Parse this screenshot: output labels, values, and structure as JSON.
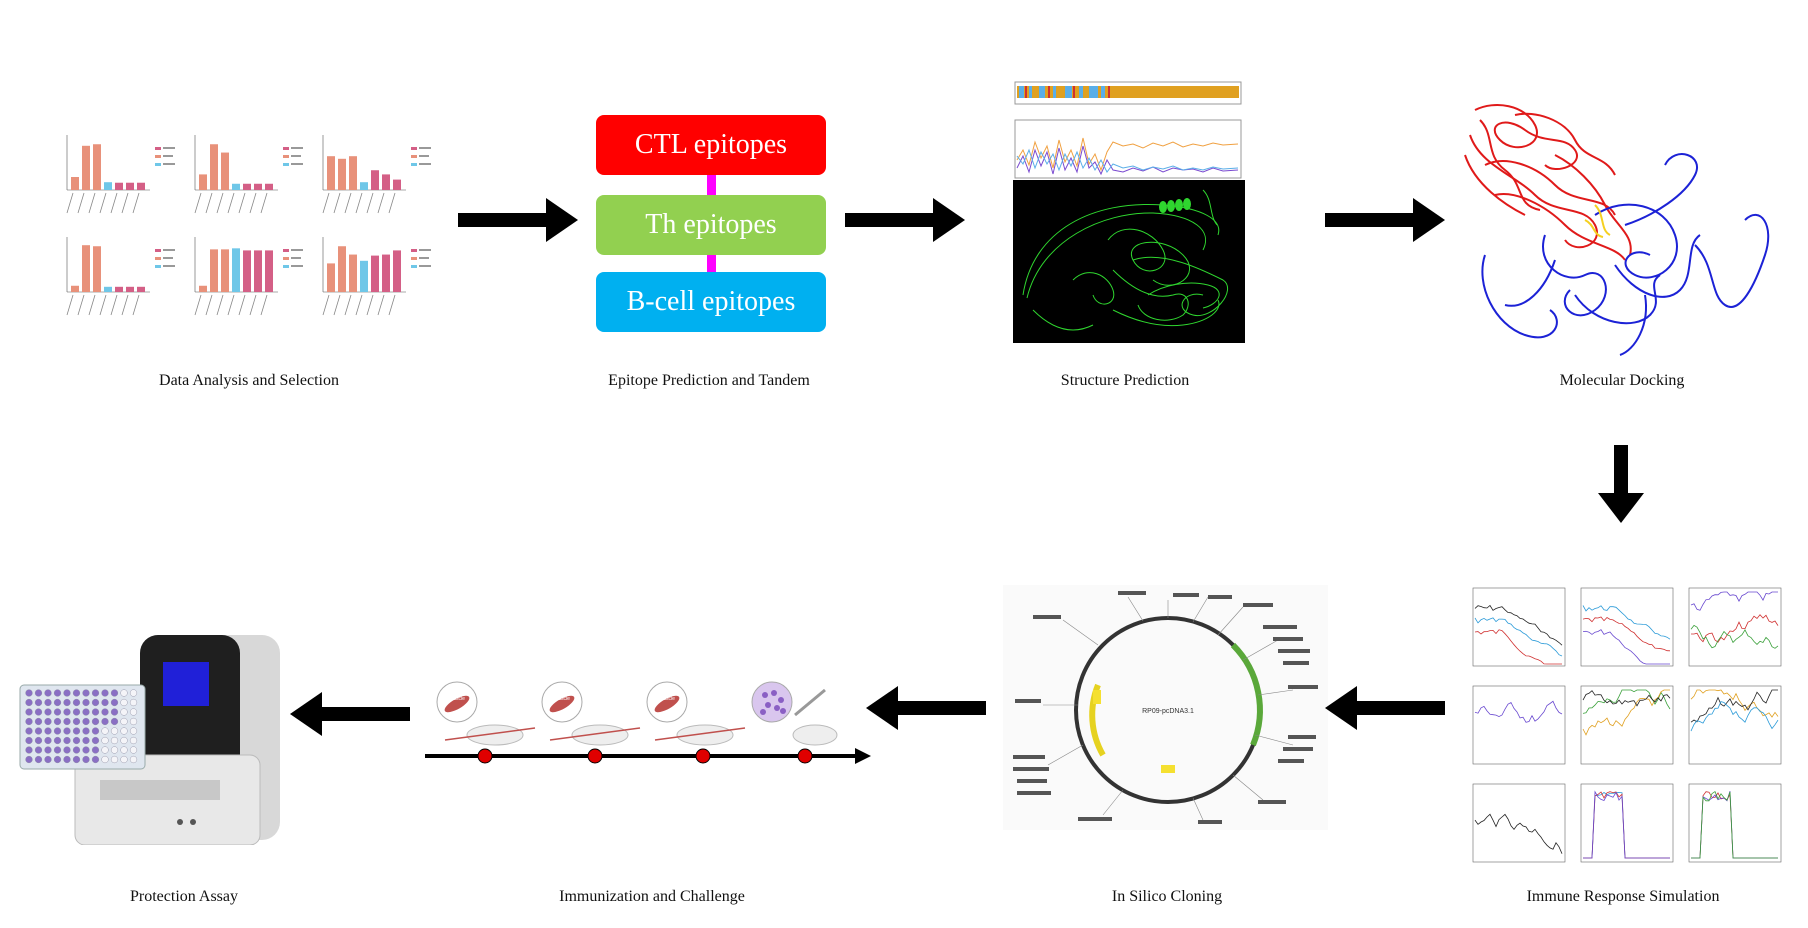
{
  "steps": [
    {
      "id": "data-analysis",
      "label": "Data Analysis and Selection"
    },
    {
      "id": "epitope-prediction",
      "label": "Epitope Prediction and Tandem"
    },
    {
      "id": "structure-prediction",
      "label": "Structure Prediction"
    },
    {
      "id": "molecular-docking",
      "label": "Molecular Docking"
    },
    {
      "id": "immune-simulation",
      "label": "Immune Response Simulation"
    },
    {
      "id": "in-silico-cloning",
      "label": "In Silico Cloning"
    },
    {
      "id": "immunization",
      "label": "Immunization and Challenge"
    },
    {
      "id": "protection-assay",
      "label": "Protection Assay"
    }
  ],
  "epitopes": {
    "ctl": {
      "label": "CTL epitopes",
      "color": "#ff0000"
    },
    "th": {
      "label": "Th epitopes",
      "color": "#92d050"
    },
    "bcell": {
      "label": "B-cell epitopes",
      "color": "#00b0f0"
    },
    "linker_color": "#ff00ff"
  },
  "plasmid": {
    "name": "RP09-pcDNA3.1"
  },
  "immunization_labels": [
    "Muscle",
    "Muscle",
    "Muscle"
  ],
  "colors": {
    "arrow": "#000000",
    "bar_orange": "#e8917a",
    "bar_pink": "#d45f86",
    "bar_blue": "#6fc7e8",
    "docking_red": "#e01a1a",
    "docking_blue": "#1c22d6",
    "structure_green": "#2fd62f"
  }
}
